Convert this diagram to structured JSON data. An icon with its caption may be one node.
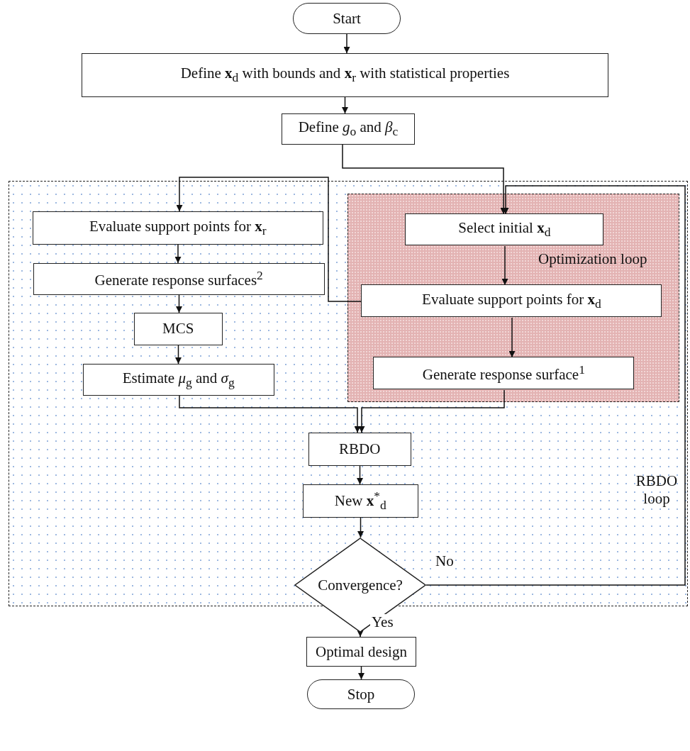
{
  "diagram": {
    "nodes": [
      {
        "text": [
          "Start"
        ]
      },
      {
        "text": [
          "Define **x**$_{d}$ with bounds and **x**$_{r}$ with statistical properties"
        ]
      },
      {
        "text": [
          "Define *g*$_{o}$ and *β*$_{c}$"
        ]
      },
      {
        "text": [
          "RBDO loop"
        ]
      },
      {
        "text": [
          "Optimization loop"
        ],
        "in": 3
      },
      {
        "text": [
          "Select initial **x**$_{d}$"
        ],
        "in": 4
      },
      {
        "text": [
          "Evaluate support points for **x**$_{d}$"
        ],
        "in": 4
      },
      {
        "text": [
          "Generate response surface$^{1}$"
        ],
        "in": 4
      },
      {
        "text": [
          "Evaluate support points for **x**$_{r}$"
        ],
        "in": 3
      },
      {
        "text": [
          "Generate response surfaces$^{2}$"
        ],
        "in": 3
      },
      {
        "text": [
          "MCS"
        ],
        "in": 3
      },
      {
        "text": [
          "Estimate *μ*$_{g}$ and *σ*$_{g}$"
        ],
        "in": 3
      },
      {
        "text": [
          "RBDO"
        ],
        "in": 3
      },
      {
        "text": [
          "New **x**$^{*}$$_{d}$"
        ],
        "in": 3
      },
      {
        "text": [
          "Convergence?"
        ]
      },
      {
        "text": [
          "Optimal design"
        ]
      },
      {
        "text": [
          "Stop"
        ]
      }
    ],
    "edges": [
      {
        "from": 0,
        "to": 1,
        "arrow": "to"
      },
      {
        "from": 1,
        "to": 2,
        "arrow": "to"
      },
      {
        "from": 2,
        "to": 5,
        "arrow": "to"
      },
      {
        "from": 5,
        "to": 6,
        "arrow": "to"
      },
      {
        "from": 6,
        "to": 7,
        "arrow": "to"
      },
      {
        "from": 6,
        "to": 8,
        "arrow": "to"
      },
      {
        "from": 8,
        "to": 9,
        "arrow": "to"
      },
      {
        "from": 9,
        "to": 10,
        "arrow": "to"
      },
      {
        "from": 10,
        "to": 11,
        "arrow": "to"
      },
      {
        "from": 11,
        "to": 12,
        "arrow": "to"
      },
      {
        "from": 7,
        "to": 12,
        "arrow": "to"
      },
      {
        "from": 12,
        "to": 13,
        "arrow": "to"
      },
      {
        "from": 13,
        "to": 14,
        "arrow": "to"
      },
      {
        "from": 14,
        "to": 5,
        "label": "No",
        "arrow": "to"
      },
      {
        "from": 14,
        "to": 15,
        "label": "Yes",
        "arrow": "to"
      },
      {
        "from": 15,
        "to": 16,
        "arrow": "to"
      }
    ]
  }
}
